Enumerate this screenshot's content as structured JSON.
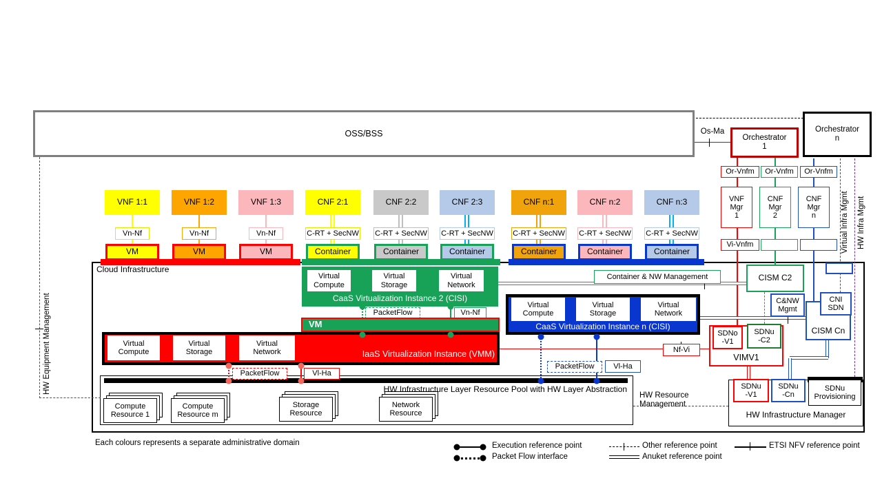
{
  "colors": {
    "yellow": "#FFFF00",
    "orange": "#FFA500",
    "gold": "#F0A30A",
    "pink": "#FBB7BB",
    "gray": "#C9C9C9",
    "light_blue": "#B5C9E9",
    "cyan": "#00B0F0",
    "green": "#17A258",
    "dark_green": "#1E7D32",
    "blue_fill": "#0A36D0",
    "blue_line": "#1E4FC8",
    "red": "#FF0000",
    "dark_red": "#C00000",
    "purple": "#7030A0",
    "gray_border": "#7F7F7F"
  },
  "oss": {
    "label": "OSS/BSS"
  },
  "top": {
    "os_ma": "Os-Ma",
    "orchestrator_1": "Orchestrator\n1",
    "orchestrator_n": "Orchestrator\nn"
  },
  "mgmt_column": {
    "or_vnfm_1": "Or-Vnfm",
    "or_vnfm_2": "Or-Vnfm",
    "or_vnfm_3": "Or-Vnfm",
    "vnf_mgr_1": "VNF\nMgr\n1",
    "cnf_mgr_2": "CNF\nMgr\n2",
    "cnf_mgr_n": "CNF\nMgr\nn",
    "vi_vnfm": "Vi-Vnfm"
  },
  "verticals": {
    "hw_equipment_management": "HW Equipment Management",
    "virtual_infra_mgmt": "Virtual Infra Mgmt",
    "hw_infra_mgmt": "HW Infra Mgmt"
  },
  "nf": [
    {
      "label": "VNF 1:1",
      "iface": "Vn-Nf",
      "runtime": "VM"
    },
    {
      "label": "VNF 1:2",
      "iface": "Vn-Nf",
      "runtime": "VM"
    },
    {
      "label": "VNF 1:3",
      "iface": "Vn-Nf",
      "runtime": "VM"
    },
    {
      "label": "CNF 2:1",
      "iface": "C-RT + SecNW",
      "runtime": "Container"
    },
    {
      "label": "CNF 2:2",
      "iface": "C-RT + SecNW",
      "runtime": "Container"
    },
    {
      "label": "CNF 2:3",
      "iface": "C-RT + SecNW",
      "runtime": "Container"
    },
    {
      "label": "CNF n:1",
      "iface": "C-RT + SecNW",
      "runtime": "Container"
    },
    {
      "label": "CNF n:2",
      "iface": "C-RT + SecNW",
      "runtime": "Container"
    },
    {
      "label": "CNF n:3",
      "iface": "C-RT + SecNW",
      "runtime": "Container"
    }
  ],
  "virtual_cells": [
    "Virtual\nCompute",
    "Virtual\nStorage",
    "Virtual\nNetwork"
  ],
  "cloud": {
    "title": "Cloud Infrastructure",
    "caas2_title": "CaaS Virtualization Instance 2 (CISI)",
    "vm_bar": "VM",
    "iaas_title": "IaaS Virtualization Instance (VMM)",
    "caasn_title": "CaaS Virtualization Instance n (CISI)",
    "packetflow": "PacketFlow",
    "vn_nf": "Vn-Nf",
    "vl_ha": "Vl-Ha"
  },
  "right": {
    "container_nw_mgmt": "Container & NW Management",
    "cism_c2": "CISM C2",
    "cnw_mgmt": "C&NW\nMgmt",
    "cni_sdn": "CNI\nSDN",
    "cism_cn": "CISM Cn",
    "sdno_v1": "SDNo\n-V1",
    "sdnu_c2": "SDNu\n-C2",
    "vimv1": "VIMV1",
    "nf_vi": "Nf-Vi",
    "hw_resource_mgmt": "HW Resource\nManagement",
    "hw_infra_manager": "HW Infrastructure Manager",
    "sdnu_v1": "SDNu\n-V1",
    "sdnu_cn": "SDNu\n-Cn",
    "sdnu_provisioning": "SDNu\nProvisioning"
  },
  "hw_pool": {
    "title": "HW Infrastructure Layer Resource Pool with HW Layer Abstraction",
    "resources": [
      "Compute\nResource 1",
      "Compute\nResource m",
      "Storage\nResource",
      "Network\nResource"
    ]
  },
  "legend": {
    "execution": "Execution reference point",
    "packet_flow": "Packet Flow interface",
    "other": "Other reference point",
    "anuket": "Anuket reference point",
    "etsi": "ETSI NFV reference point"
  },
  "footnote": "Each colours represents a separate administrative domain"
}
